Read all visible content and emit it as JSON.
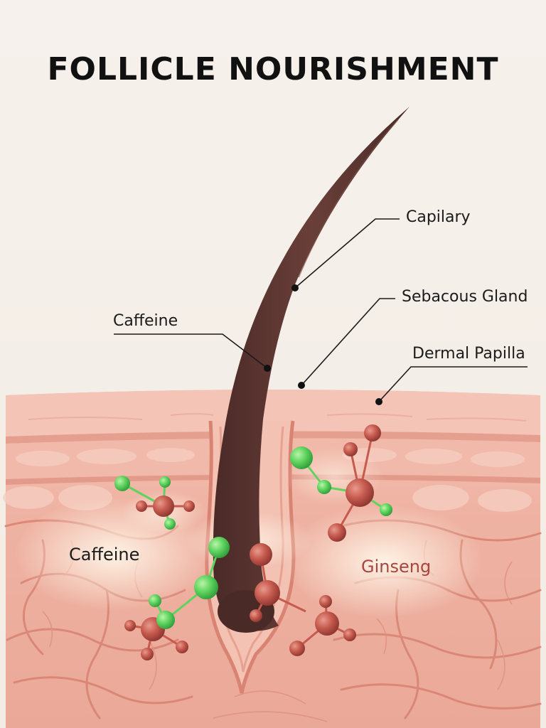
{
  "title": "FOLLICLE NOURISHMENT",
  "callouts": {
    "capilary": "Capilary",
    "sebacous_gland": "Sebacous Gland",
    "caffeine": "Caffeine",
    "dermal_papilla": "Dermal Papilla"
  },
  "region_labels": {
    "caffeine": "Caffeine",
    "ginseng": "Ginseng"
  },
  "colors": {
    "background": "#f4efe8",
    "skin": "#f0b7a8",
    "hair": "#5a3430",
    "caffeine_molecule": "#5fd35f",
    "ginseng_molecule": "#c65a4e",
    "ginseng_text": "#a8453f"
  }
}
